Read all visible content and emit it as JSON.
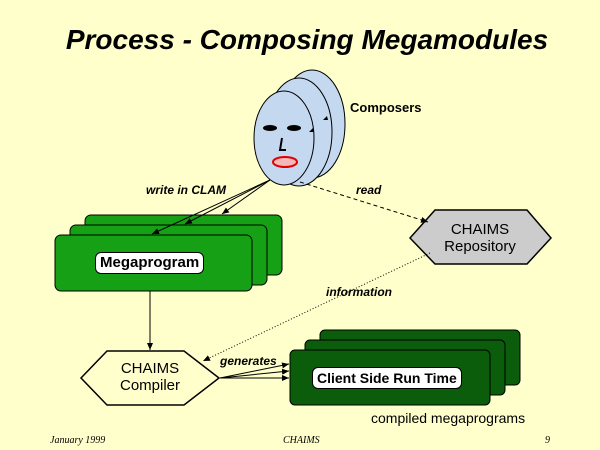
{
  "slide": {
    "title": "Process - Composing Megamodules",
    "background_color": "#ffffcc"
  },
  "nodes": {
    "composers": {
      "label": "Composers",
      "face_color": "#c4d8f0"
    },
    "megaprogram": {
      "label": "Megaprogram",
      "color": "#16a016"
    },
    "repository": {
      "line1": "CHAIMS",
      "line2": "Repository",
      "color": "#cccccc"
    },
    "compiler": {
      "line1": "CHAIMS",
      "line2": "Compiler",
      "color": "#ffffcc"
    },
    "runtime": {
      "label": "Client Side Run Time",
      "color": "#0b5c0b",
      "caption": "compiled megaprograms"
    }
  },
  "edges": {
    "write": "write in CLAM",
    "read": "read",
    "information": "information",
    "generates": "generates"
  },
  "footer": {
    "date": "January 1999",
    "center": "CHAIMS",
    "page": "9"
  }
}
